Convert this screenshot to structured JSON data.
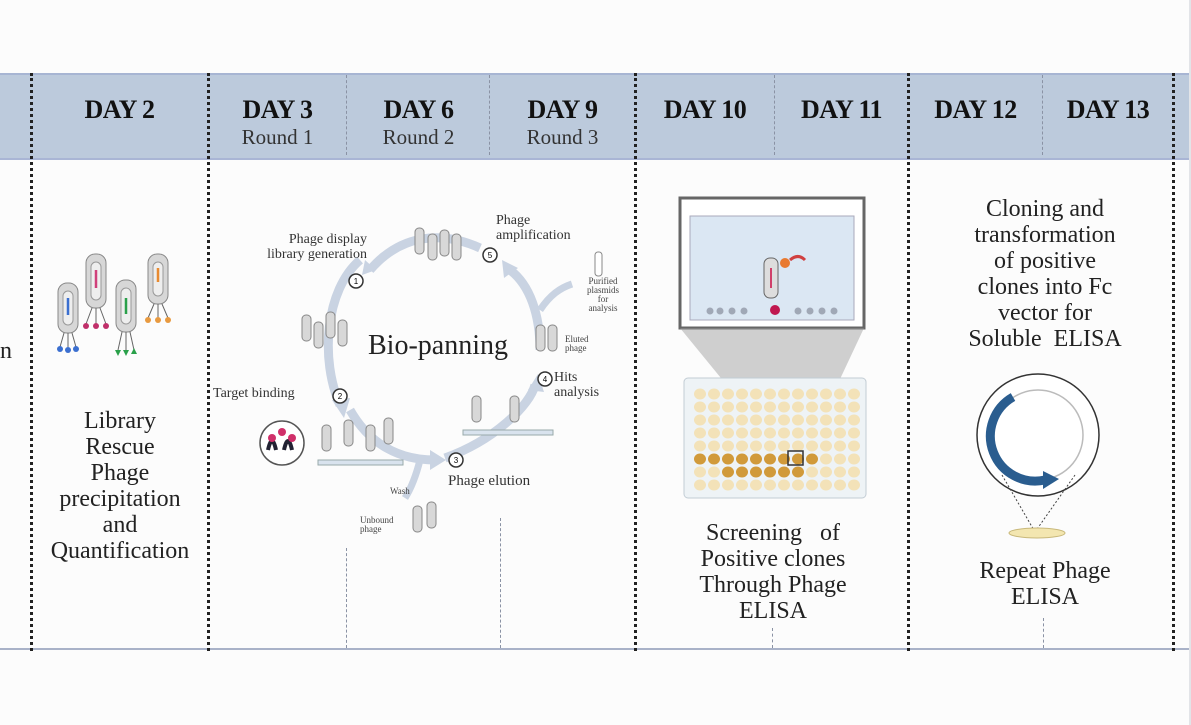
{
  "header": {
    "columns": [
      {
        "day": "DAY 2",
        "round": ""
      },
      {
        "day": "DAY 3",
        "round": "Round 1"
      },
      {
        "day": "DAY 6",
        "round": "Round 2"
      },
      {
        "day": "DAY 9",
        "round": "Round 3"
      },
      {
        "day": "DAY 10",
        "round": ""
      },
      {
        "day": "DAY 11",
        "round": ""
      },
      {
        "day": "DAY 12",
        "round": ""
      },
      {
        "day": "DAY 13",
        "round": ""
      }
    ]
  },
  "left_cut_text": "n",
  "day2": {
    "lines": [
      "Library",
      "Rescue",
      "Phage",
      "precipitation",
      "and",
      "Quantification"
    ],
    "phage_colors": [
      "#3b6fd0",
      "#d0407a",
      "#2aa04a",
      "#e88a30"
    ]
  },
  "biopanning": {
    "title": "Bio-panning",
    "steps": [
      {
        "num": "1",
        "label_lines": [
          "Phage display",
          "library generation"
        ]
      },
      {
        "num": "2",
        "label_lines": [
          "Target binding"
        ]
      },
      {
        "num": "3",
        "label_lines": [
          "Phage elution"
        ]
      },
      {
        "num": "4",
        "label_lines": [
          "Hits",
          "analysis"
        ]
      },
      {
        "num": "5",
        "label_lines": [
          "Phage",
          "amplification"
        ]
      }
    ],
    "purified_label": [
      "Purified",
      "plasmids",
      "for",
      "analysis"
    ],
    "eluted_label": [
      "Eluted",
      "phage"
    ],
    "wash_label": "Wash",
    "unbound_label": [
      "Unbound",
      "phage"
    ],
    "arrow_color": "#c9d3e2"
  },
  "day10_11": {
    "lines": [
      "Screening   of",
      "Positive clones",
      "Through Phage",
      "ELISA"
    ]
  },
  "day12_13": {
    "top_lines": [
      "Cloning and",
      "transformation",
      "of positive",
      "clones into Fc",
      "vector for",
      "Soluble  ELISA"
    ],
    "bottom_lines": [
      "Repeat Phage",
      "ELISA"
    ],
    "plasmid_color": "#2a5d8f"
  },
  "colors": {
    "header_bg": "#bccadc",
    "plate_well_dark": "#d19a3a",
    "plate_well_light": "#f3e2b8"
  }
}
